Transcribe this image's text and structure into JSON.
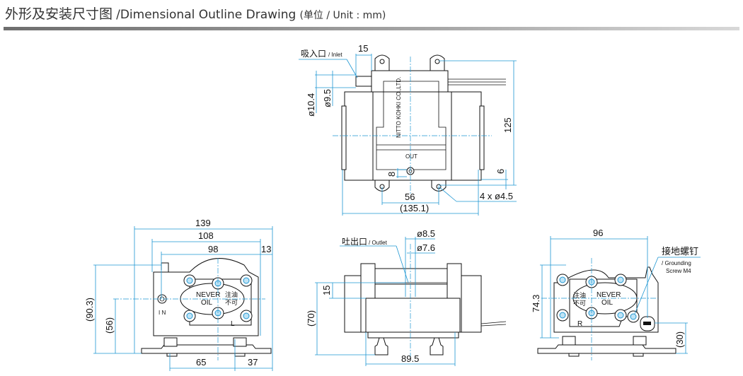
{
  "header": {
    "title_cn": "外形及安装尺寸图",
    "title_en": "/Dimensional Outline Drawing",
    "unit": "(单位 / Unit : mm)"
  },
  "top_view": {
    "inlet_cn": "吸入口",
    "inlet_en": "/ Inlet",
    "dim_15": "15",
    "dim_d104": "ø10.4",
    "dim_d95": "ø9.5",
    "dim_125": "125",
    "dim_6": "6",
    "dim_8": "8",
    "dim_56": "56",
    "dim_1351": "(135.1)",
    "holes": "4 x ø4.5",
    "maker": "NITTO KOHKI CO.,LTD.",
    "out": "OUT"
  },
  "left_view": {
    "dim_139": "139",
    "dim_108": "108",
    "dim_98": "98",
    "dim_13": "13",
    "dim_903": "(90.3)",
    "dim_56": "(56)",
    "dim_65": "65",
    "dim_37": "37",
    "never": "NEVER",
    "oil": "OIL",
    "cn1": "注油",
    "cn2": "不可",
    "in": "I N",
    "side": "L"
  },
  "front_view": {
    "outlet_cn": "吐出口",
    "outlet_en": "/ Outlet",
    "dim_d85": "ø8.5",
    "dim_d76": "ø7.6",
    "dim_15": "15",
    "dim_70": "(70)",
    "dim_895": "89.5"
  },
  "right_view": {
    "dim_96": "96",
    "dim_743": "74.3",
    "dim_30": "(30)",
    "ground_cn": "接地螺钉",
    "ground_en1": "/ Grounding",
    "ground_en2": "Screw M4",
    "never": "NEVER",
    "oil": "OIL",
    "cn1": "注油",
    "cn2": "不可",
    "side": "R"
  }
}
